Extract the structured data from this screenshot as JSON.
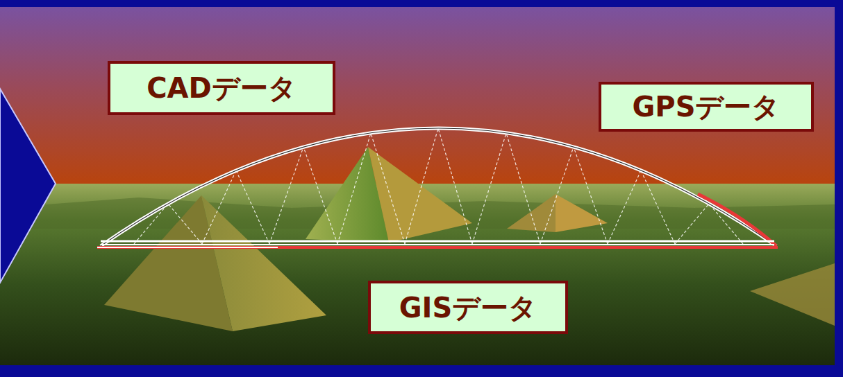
{
  "diagram": {
    "nodes": [
      {
        "text": [
          "CADデータ"
        ]
      },
      {
        "text": [
          "GPSデータ"
        ]
      },
      {
        "text": [
          "GISデータ"
        ]
      }
    ]
  }
}
